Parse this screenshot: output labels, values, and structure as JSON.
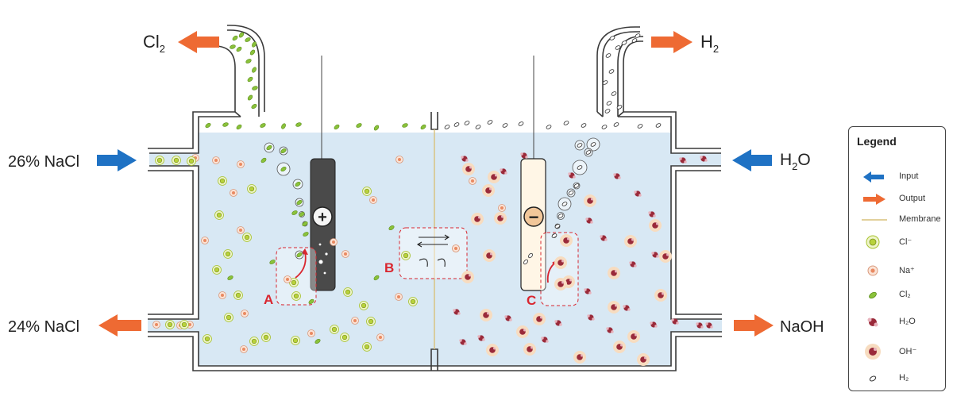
{
  "labels": {
    "cl2": [
      "Cl",
      "2"
    ],
    "h2": [
      "H",
      "2"
    ],
    "h2o": [
      "H",
      "2",
      "O"
    ],
    "nacl_in": "26% NaCl",
    "nacl_out": "24% NaCl",
    "naoh": "NaOH",
    "anode_sign": "+",
    "cathode_sign": "−",
    "zone_a": "A",
    "zone_b": "B",
    "zone_c": "C"
  },
  "legend": {
    "title": "Legend",
    "items": [
      {
        "name": "input",
        "label": "Input"
      },
      {
        "name": "output",
        "label": "Output"
      },
      {
        "name": "membrane",
        "label": "Membrane"
      },
      {
        "name": "cl-ion",
        "label": "Cl⁻"
      },
      {
        "name": "na-ion",
        "label": "Na⁺"
      },
      {
        "name": "cl2",
        "label": "Cl₂"
      },
      {
        "name": "h2o",
        "label": "H₂O"
      },
      {
        "name": "oh-ion",
        "label": "OH⁻"
      },
      {
        "name": "h2",
        "label": "H₂"
      }
    ]
  },
  "colors": {
    "electrolyte": "#d8e8f4",
    "input_arrow": "#1f72c4",
    "output_arrow": "#ee6a33",
    "membrane": "#d9c07a",
    "anode": "#4a4a4a",
    "cathode_fill": "#fff6e6",
    "cl_ion": "#b8d23c",
    "na_ion": "#e9a98c",
    "cl2": "#8ac23a",
    "h2o": "#9a2a3a",
    "oh_ion": "#f2c79a",
    "zone_outline": "#d9262f"
  }
}
